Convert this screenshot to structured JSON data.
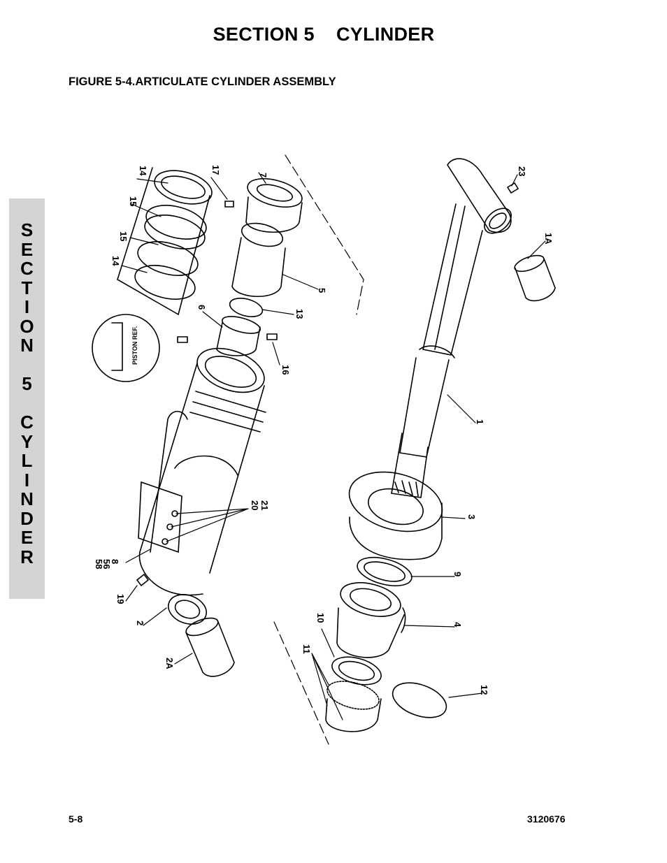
{
  "header": {
    "section_title": "SECTION 5    CYLINDER",
    "figure_title": "FIGURE 5-4.ARTICULATE CYLINDER ASSEMBLY"
  },
  "side_tab": {
    "letters": [
      "S",
      "E",
      "C",
      "T",
      "I",
      "O",
      "N",
      "",
      "5",
      "",
      "C",
      "Y",
      "L",
      "I",
      "N",
      "D",
      "E",
      "R"
    ]
  },
  "diagram": {
    "callouts": {
      "c1": "1",
      "c1a": "1A",
      "c2": "2",
      "c2a": "2A",
      "c3": "3",
      "c4": "4",
      "c5": "5",
      "c6": "6",
      "c7": "7",
      "c8": "8",
      "c9": "9",
      "c10": "10",
      "c11": "11",
      "c12": "12",
      "c13": "13",
      "c14a": "14",
      "c14b": "14",
      "c15a": "15",
      "c15b": "15",
      "c16": "16",
      "c17": "17",
      "c19": "19",
      "c20": "20",
      "c21": "21",
      "c23": "23",
      "c56": "56",
      "c58": "58"
    },
    "piston_ref": "PISTON REF."
  },
  "footer": {
    "page_number": "5-8",
    "doc_number": "3120676"
  }
}
